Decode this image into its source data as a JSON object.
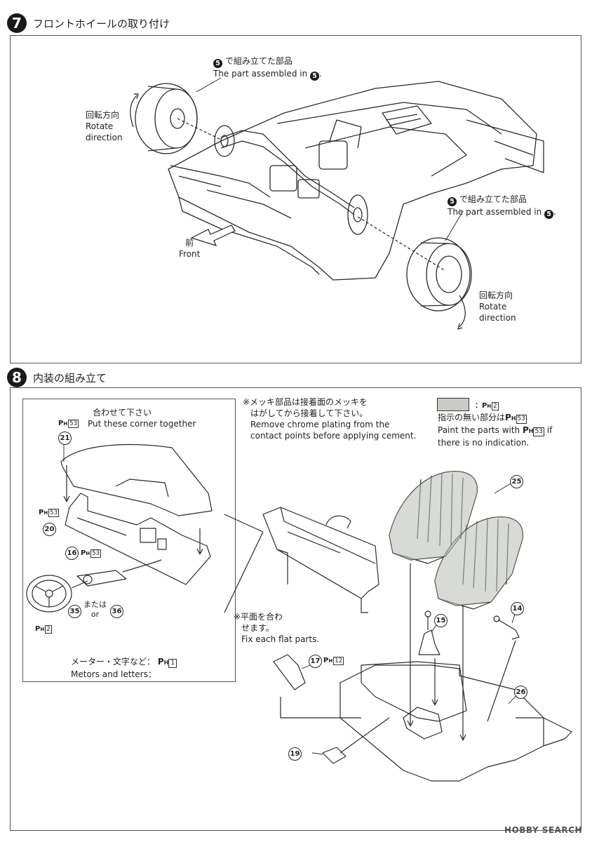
{
  "step7": {
    "number": "7",
    "title": "フロントホイールの取り付け",
    "callout_top": {
      "jp": "で組み立てた部品",
      "en": "The part assembled in",
      "ref": "5"
    },
    "callout_right": {
      "jp": "で組み立てた部品",
      "en": "The part assembled in",
      "ref": "5"
    },
    "rotate_left": {
      "jp": "回転方向",
      "en1": "Rotate",
      "en2": "direction"
    },
    "rotate_right": {
      "jp": "回転方向",
      "en1": "Rotate",
      "en2": "direction"
    },
    "front": {
      "jp": "前",
      "en": "Front"
    }
  },
  "step8": {
    "number": "8",
    "title": "内装の組み立て",
    "chrome_note": {
      "line1": "※メッキ部品は接着面のメッキを",
      "line2": "はがしてから接着して下さい。",
      "line3": "Remove chrome plating from the",
      "line4": "contact points before applying cement."
    },
    "swatch_note": {
      "code": "2",
      "line1": "指示の無い部分は",
      "code2": "53",
      "line2": "Paint the parts with",
      "line2_end": "if",
      "line3": "there is no indication.",
      "swatch_color": "#c9ccc6"
    },
    "corner_note": {
      "jp": "合わせて下さい",
      "en": "Put these corner together"
    },
    "flat_note": {
      "line1": "※平面を合わ",
      "line2": "せます。",
      "line3": "Fix each flat parts."
    },
    "meter_note": {
      "jp": "メーター・文字など：",
      "code": "1",
      "en": "Metors and letters："
    },
    "or_note": {
      "jp": "または",
      "en": "or"
    },
    "parts": [
      "21",
      "20",
      "16",
      "35",
      "36",
      "25",
      "15",
      "14",
      "17",
      "26",
      "19"
    ],
    "paint_codes": {
      "p21": "53",
      "p20": "53",
      "p16": "53",
      "wheel": "2",
      "p17": "12"
    }
  },
  "watermark": "HOBBY SEARCH"
}
